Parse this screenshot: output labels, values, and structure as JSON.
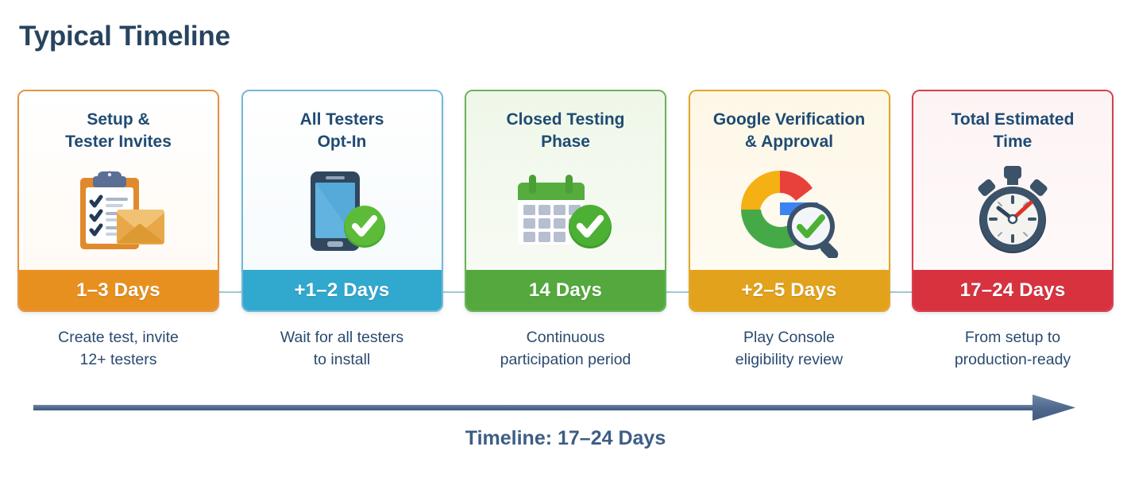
{
  "header": {
    "title": "Typical Timeline"
  },
  "timeline": {
    "steps": [
      {
        "title": "Setup &\nTester Invites",
        "duration": "1–3 Days",
        "caption": "Create test, invite\n12+ testers",
        "icon": "clipboard-envelope-icon",
        "accent": "#e8901f",
        "border": "#e59442"
      },
      {
        "title": "All Testers\nOpt-In",
        "duration": "+1–2 Days",
        "caption": "Wait for all testers\nto install",
        "icon": "phone-check-icon",
        "accent": "#31a8cd",
        "border": "#74b7d8"
      },
      {
        "title": "Closed Testing\nPhase",
        "duration": "14 Days",
        "caption": "Continuous\nparticipation period",
        "icon": "calendar-check-icon",
        "accent": "#54a83e",
        "border": "#68b35b"
      },
      {
        "title": "Google Verification\n& Approval",
        "duration": "+2–5 Days",
        "caption": "Play Console\neligibility review",
        "icon": "google-magnifier-check-icon",
        "accent": "#e2a21c",
        "border": "#e0a828"
      },
      {
        "title": "Total Estimated\nTime",
        "duration": "17–24 Days",
        "caption": "From setup to\nproduction-ready",
        "icon": "stopwatch-icon",
        "accent": "#d8323f",
        "border": "#d7404d"
      }
    ]
  },
  "footer": {
    "total_label": "Timeline: 17–24 Days",
    "arrow_color": "#5a7399"
  },
  "chart_data": {
    "type": "table",
    "title": "Typical Timeline",
    "categories": [
      "Setup & Tester Invites",
      "All Testers Opt-In",
      "Closed Testing Phase",
      "Google Verification & Approval",
      "Total Estimated Time"
    ],
    "durations_days_min": [
      1,
      1,
      14,
      2,
      17
    ],
    "durations_days_max": [
      3,
      2,
      14,
      5,
      24
    ],
    "duration_labels": [
      "1–3 Days",
      "+1–2 Days",
      "14 Days",
      "+2–5 Days",
      "17–24 Days"
    ],
    "total_label": "Timeline: 17–24 Days",
    "xlabel": "",
    "ylabel": "Days"
  }
}
